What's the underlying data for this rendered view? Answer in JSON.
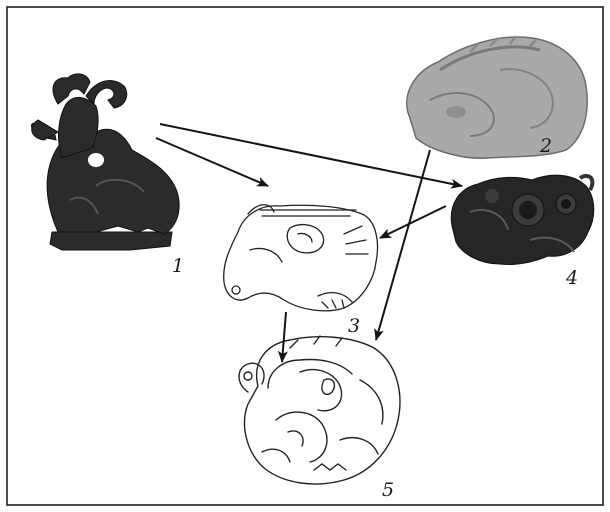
{
  "figure": {
    "items": [
      {
        "label": "1",
        "depicts": "dark-bronze-animal-statuette"
      },
      {
        "label": "2",
        "depicts": "grey-stone-animal-head"
      },
      {
        "label": "3",
        "depicts": "line-drawing-feline-head"
      },
      {
        "label": "4",
        "depicts": "dark-bronze-curled-animal-plaque"
      },
      {
        "label": "5",
        "depicts": "line-drawing-coiled-animal"
      }
    ],
    "links": [
      {
        "from": "1",
        "to": "3"
      },
      {
        "from": "1",
        "to": "4"
      },
      {
        "from": "4",
        "to": "3"
      },
      {
        "from": "2",
        "to": "5"
      },
      {
        "from": "3",
        "to": "5"
      }
    ],
    "colors": {
      "frame": "#222222",
      "arrow": "#141414",
      "bronze": "#2b2b2b",
      "stone": "#a9a9a9",
      "ink": "#222222"
    }
  }
}
